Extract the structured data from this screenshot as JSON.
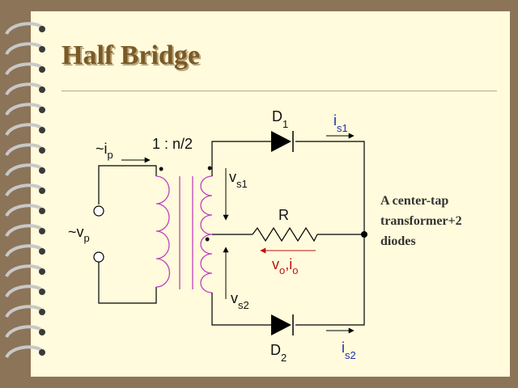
{
  "slide": {
    "title": "Half Bridge",
    "note_lines": [
      "A center-tap",
      "transformer+2",
      "diodes"
    ]
  },
  "circuit": {
    "source_current": {
      "prefix": "~i",
      "sub": "p"
    },
    "source_voltage": {
      "prefix": "~v",
      "sub": "p"
    },
    "turns_ratio": "1 : n/2",
    "vs1": {
      "main": "v",
      "sub": "s1"
    },
    "vs2": {
      "main": "v",
      "sub": "s2"
    },
    "d1": {
      "main": "D",
      "sub": "1"
    },
    "d2": {
      "main": "D",
      "sub": "2"
    },
    "is1": {
      "main": "i",
      "sub": "s1"
    },
    "is2": {
      "main": "i",
      "sub": "s2"
    },
    "resistor": "R",
    "output": {
      "v": "v",
      "vsub": "o",
      "sep": ",",
      "i": "i",
      "isub": "o"
    },
    "dots": [
      "•",
      "•",
      "•"
    ]
  },
  "colors": {
    "page": "#fffbdc",
    "frame": "#8c7458",
    "title": "#7a5a26",
    "coil": "#c040c0",
    "wire": "#000000",
    "blue_label": "#1f2fb0",
    "red_label": "#c01010"
  }
}
